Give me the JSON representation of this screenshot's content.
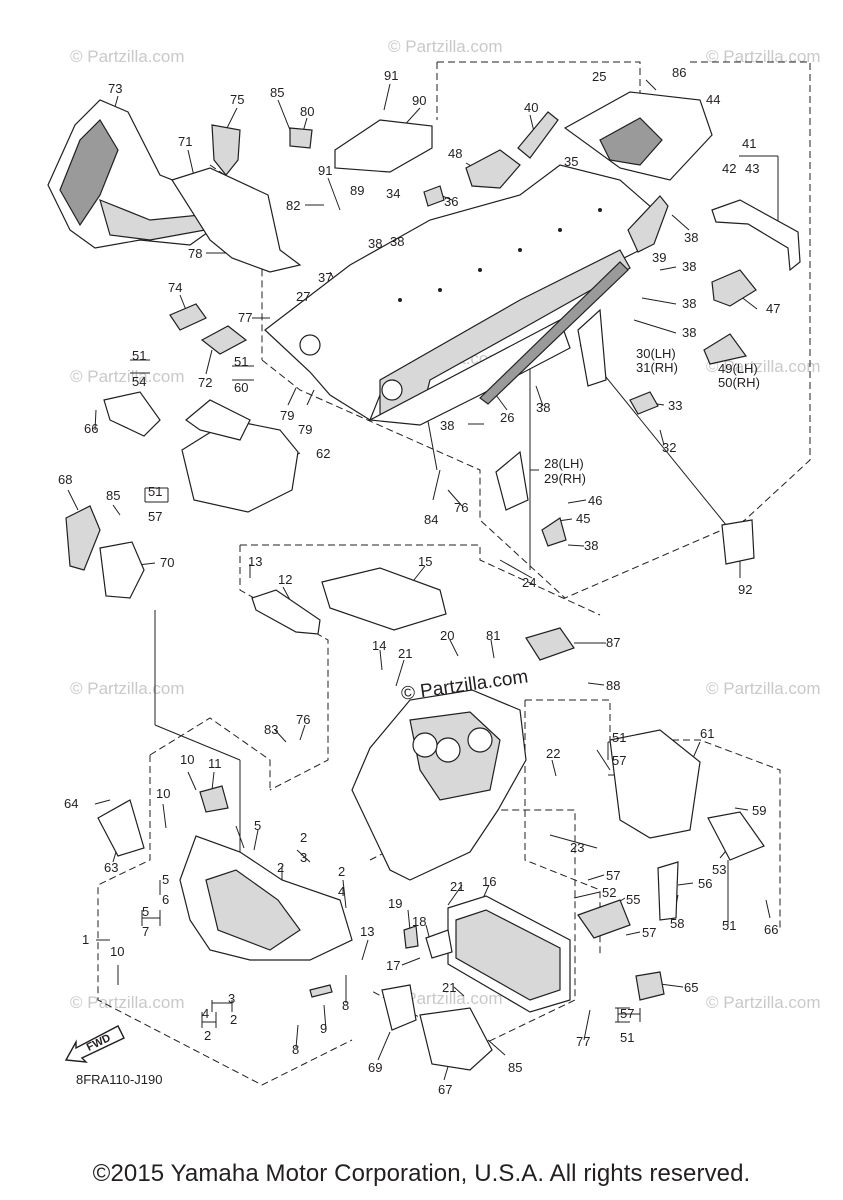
{
  "diagram_code": "8FRA110-J190",
  "copyright": "©2015 Yamaha Motor Corporation, U.S.A. All rights reserved.",
  "fwd_label": "FWD",
  "watermark": "© Partzilla.com",
  "watermark_center": "© Partzilla.com",
  "callouts": {
    "c1": "1",
    "c2": "2",
    "c3": "3",
    "c4": "4",
    "c5": "5",
    "c6": "6",
    "c7": "7",
    "c8": "8",
    "c9": "9",
    "c10": "10",
    "c11": "11",
    "c12": "12",
    "c13": "13",
    "c14": "14",
    "c15": "15",
    "c16": "16",
    "c17": "17",
    "c18": "18",
    "c19": "19",
    "c20": "20",
    "c21": "21",
    "c22": "22",
    "c23": "23",
    "c24": "24",
    "c25": "25",
    "c26": "26",
    "c27": "27",
    "c28": "28(LH)",
    "c29": "29(RH)",
    "c30": "30(LH)",
    "c31": "31(RH)",
    "c32": "32",
    "c33": "33",
    "c34": "34",
    "c35": "35",
    "c36": "36",
    "c37": "37",
    "c38": "38",
    "c39": "39",
    "c40": "40",
    "c41": "41",
    "c42": "42",
    "c43": "43",
    "c44": "44",
    "c45": "45",
    "c46": "46",
    "c47": "47",
    "c48": "48",
    "c49": "49(LH)",
    "c50": "50(RH)",
    "c51": "51",
    "c52": "52",
    "c53": "53",
    "c54": "54",
    "c55": "55",
    "c56": "56",
    "c57": "57",
    "c58": "58",
    "c59": "59",
    "c60": "60",
    "c61": "61",
    "c62": "62",
    "c63": "63",
    "c64": "64",
    "c65": "65",
    "c66": "66",
    "c67": "67",
    "c68": "68",
    "c69": "69",
    "c70": "70",
    "c71": "71",
    "c72": "72",
    "c73": "73",
    "c74": "74",
    "c75": "75",
    "c76": "76",
    "c77": "77",
    "c78": "78",
    "c79": "79",
    "c80": "80",
    "c81": "81",
    "c82": "82",
    "c83": "83",
    "c84": "84",
    "c85": "85",
    "c86": "86",
    "c87": "87",
    "c88": "88",
    "c89": "89",
    "c90": "90",
    "c91": "91",
    "c92": "92"
  }
}
